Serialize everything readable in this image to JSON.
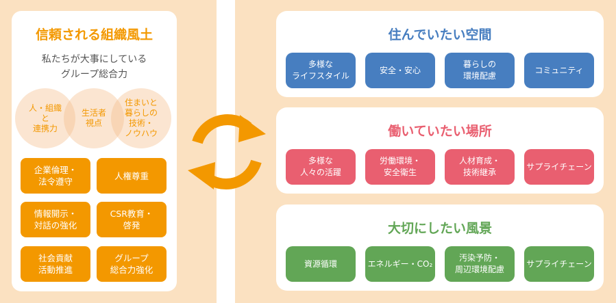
{
  "left": {
    "title": "信頼される組織風土",
    "subtitle_line1": "私たちが大事にしている",
    "subtitle_line2": "グループ総合力",
    "circles": [
      "人・組織\nと\n連携力",
      "生活者\n視点",
      "住まいと\n暮らしの\n技術・\nノウハウ"
    ],
    "buttons": [
      "企業倫理・\n法令遵守",
      "人権尊重",
      "情報開示・\n対話の強化",
      "CSR教育・\n啓発",
      "社会貢献\n活動推進",
      "グループ\n総合力強化"
    ],
    "color": "#f39800"
  },
  "cycle_icon": "refresh-cycle-icon",
  "cards": [
    {
      "title": "住んでいたい空間",
      "color": "#477ec0",
      "items": [
        "多様な\nライフスタイル",
        "安全・安心",
        "暮らしの\n環境配慮",
        "コミュニティ"
      ]
    },
    {
      "title": "働いていたい場所",
      "color": "#e95f70",
      "items": [
        "多様な\n人々の活躍",
        "労働環境・\n安全衛生",
        "人材育成・\n技術継承",
        "サプライチェーン"
      ]
    },
    {
      "title": "大切にしたい風景",
      "color": "#62a656",
      "items": [
        "資源循環",
        "エネルギー・CO₂",
        "汚染予防・\n周辺環境配慮",
        "サプライチェーン"
      ]
    }
  ]
}
